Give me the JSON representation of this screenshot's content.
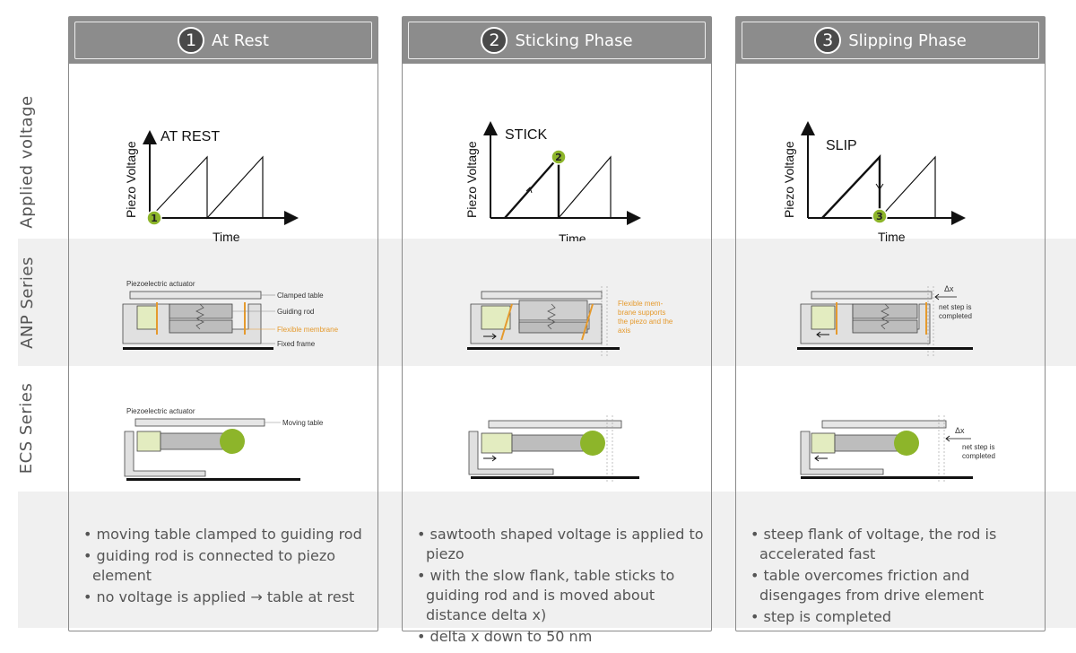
{
  "rows": {
    "voltage_label": "Applied voltage",
    "anp_label": "ANP Series",
    "ecs_label": "ECS Series"
  },
  "columns": [
    {
      "number": "1",
      "title": "At Rest",
      "graph_title": "AT REST",
      "ylabel": "Piezo Voltage",
      "xlabel": "Time",
      "marker": "1",
      "anp": {
        "labels": [
          "Piezoelectric actuator",
          "Clamped table",
          "Guiding rod",
          "Flexible membrane",
          "Fixed frame"
        ]
      },
      "ecs": {
        "labels": [
          "Piezoelectric actuator",
          "Moving table"
        ]
      },
      "bullets": [
        "moving table clamped to guiding rod",
        "guiding rod is connected to piezo element",
        "no voltage is applied → table at rest"
      ]
    },
    {
      "number": "2",
      "title": "Sticking Phase",
      "graph_title": "STICK",
      "ylabel": "Piezo Voltage",
      "xlabel": "Time",
      "marker": "2",
      "anp": {
        "labels": [
          "Flexible mem-",
          "brane supports",
          "the piezo and the",
          "axis"
        ]
      },
      "bullets": [
        "sawtooth shaped voltage is applied to piezo",
        "with the slow flank, table sticks to guiding rod and is moved about distance delta x)",
        "delta x down to 50 nm"
      ]
    },
    {
      "number": "3",
      "title": "Slipping Phase",
      "graph_title": "SLIP",
      "ylabel": "Piezo Voltage",
      "xlabel": "Time",
      "marker": "3",
      "anp": {
        "labels": [
          "Δx",
          "net step is",
          "completed"
        ]
      },
      "ecs": {
        "labels": [
          "Δx",
          "net step is",
          "completed"
        ]
      },
      "bullets": [
        "steep flank of voltage, the rod is accelerated fast",
        "table overcomes friction and disengages from drive element",
        "step is completed"
      ]
    }
  ],
  "colors": {
    "header": "#8c8c8c",
    "accent_green": "#8db52a",
    "membrane_orange": "#e59a2d",
    "band": "#f0f0f0"
  }
}
